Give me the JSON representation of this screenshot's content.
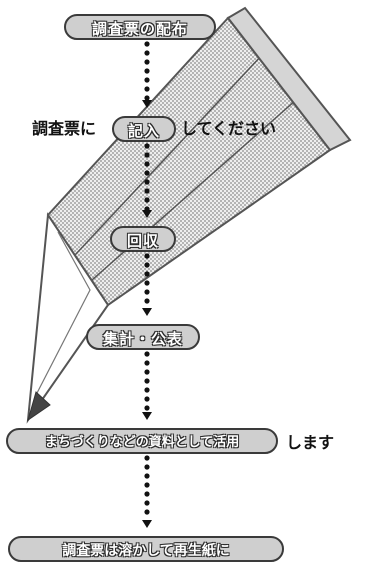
{
  "steps": [
    {
      "label": "調査票の配布"
    },
    {
      "prefix": "調査票に",
      "label": "記入",
      "suffix": "してください"
    },
    {
      "label": "回収"
    },
    {
      "label": "集計・公表"
    },
    {
      "label": "まちづくりなどの資料として活用",
      "suffix": "します"
    },
    {
      "label": "調査票は溶かして再生紙に"
    }
  ]
}
